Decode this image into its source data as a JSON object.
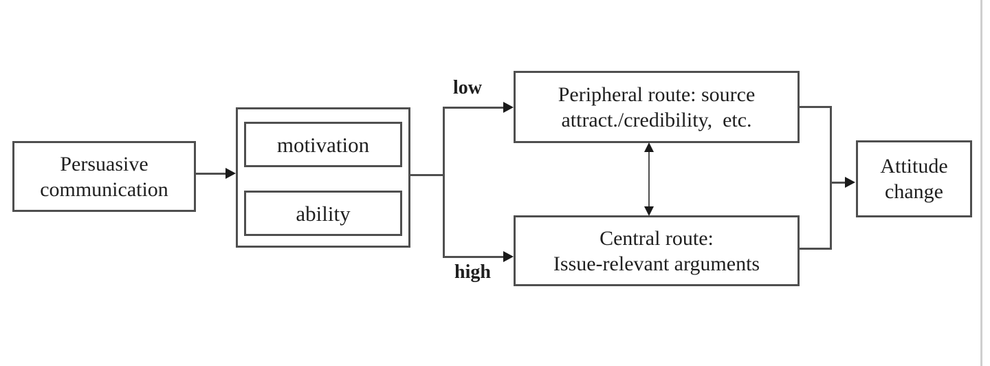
{
  "nodes": {
    "persuasive": {
      "line1": "Persuasive",
      "line2": "communication"
    },
    "motivation": {
      "label": "motivation"
    },
    "ability": {
      "label": "ability"
    },
    "peripheral": {
      "line1": "Peripheral route: source",
      "line2": "attract./credibility,  etc."
    },
    "central": {
      "line1": "Central route:",
      "line2": "Issue-relevant arguments"
    },
    "attitude": {
      "line1": "Attitude",
      "line2": "change"
    }
  },
  "labels": {
    "low": "low",
    "high": "high"
  },
  "colors": {
    "background": "#ffffff",
    "box_border": "#4f4f4f",
    "line": "#4f4f4f",
    "arrowhead": "#1a1a1a",
    "text": "#1f1f1f",
    "page_edge_line": "#cfcfcf"
  }
}
